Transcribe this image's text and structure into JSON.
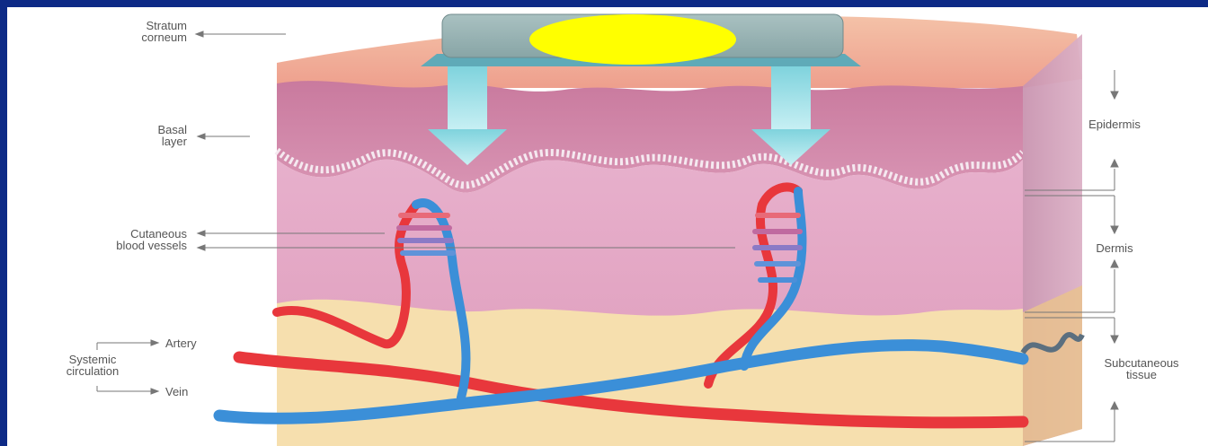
{
  "labels": {
    "stratum_corneum": "Stratum\ncorneum",
    "basal_layer": "Basal\nlayer",
    "cutaneous_blood_vessels": "Cutaneous\nblood vessels",
    "systemic_circulation": "Systemic\ncirculation",
    "artery": "Artery",
    "vein": "Vein",
    "epidermis": "Epidermis",
    "dermis": "Dermis",
    "subcutaneous_tissue": "Subcutaneous\ntissue"
  },
  "colors": {
    "frame": "#0d2a86",
    "patch_redaction": "#ffff00",
    "artery": "#e8373c",
    "vein": "#3b8fd8",
    "epidermis": "#d98aa8",
    "dermis": "#eab3cf",
    "subcutaneous": "#f6dfae",
    "stratum": "#f1b79e"
  }
}
